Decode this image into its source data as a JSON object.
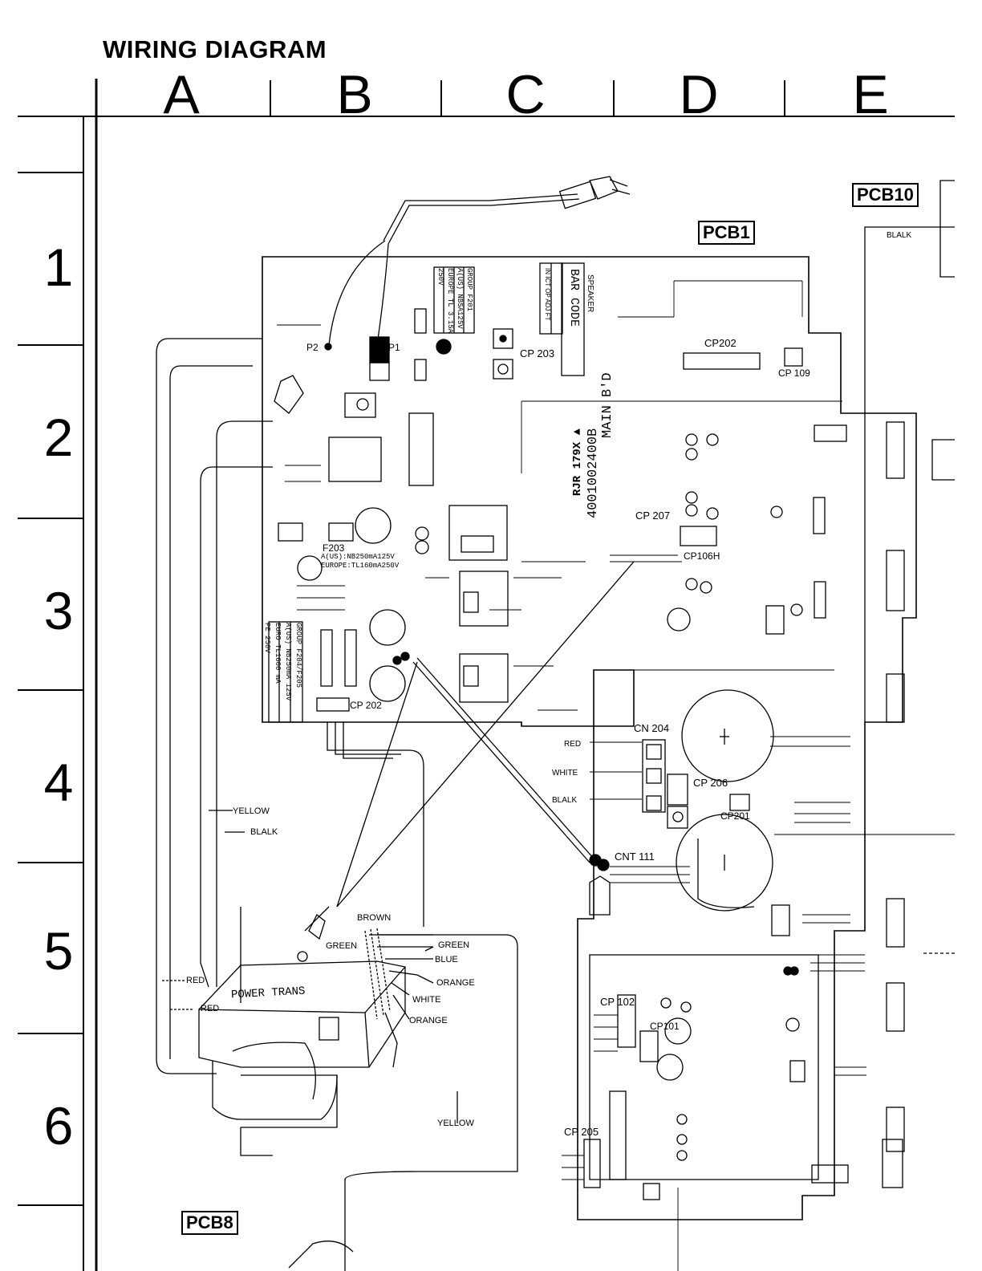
{
  "title": "WIRING DIAGRAM",
  "columns": [
    "A",
    "B",
    "C",
    "D",
    "E"
  ],
  "rows": [
    "1",
    "2",
    "3",
    "4",
    "5",
    "6"
  ],
  "boards": {
    "pcb1": "PCB1",
    "pcb10": "PCB10",
    "pcb8": "PCB8",
    "main_bd": "MAIN B'D",
    "main_bd_number": "4001002400B",
    "main_bd_code": "RJR 179X ▲"
  },
  "connectors": {
    "cp203": "CP 203",
    "cp202": "CP202",
    "cp109": "CP 109",
    "cp207": "CP 207",
    "cp106h": "CP106H",
    "cn204": "CN 204",
    "cp206": "CP 206",
    "cp201": "CP201",
    "cnt111": "CNT 111",
    "cp102": "CP 102",
    "cp205": "CP 205",
    "cp202_low": "CP 202",
    "cp101": "CP101"
  },
  "labels": {
    "p1": "P1",
    "p2": "P2",
    "speaker": "SPEAKER",
    "bar_code": "BAR CODE",
    "adjust_table": [
      "IN",
      "ICT",
      "OP",
      "ADJ",
      "FT"
    ],
    "f201_table": [
      "GROUP",
      "F201",
      "A(US)",
      "NB5A125V",
      "EUROPE",
      "TL 3.15A",
      "",
      "250V"
    ],
    "f203_label": "F203",
    "f203_us": "A(US):NB250mA125V",
    "f203_eu": "EUROPE:TL160mA250V",
    "f204_table": [
      "GROUP",
      "F204/F205",
      "A(US)",
      "NB250mA 125V",
      "EURO",
      "TL1600 mA",
      "PE",
      "250V"
    ],
    "power_trans": "POWER TRANS",
    "blalk_top": "BLALK"
  },
  "wires": {
    "red": "RED",
    "white": "WHITE",
    "black": "BLALK",
    "yellow_left": "YELLOW",
    "black_left": "BLALK",
    "brown": "BROWN",
    "green1": "GREEN",
    "green2": "GREEN",
    "blue": "BLUE",
    "orange1": "ORANGE",
    "white2": "WHITE",
    "orange2": "ORANGE",
    "red_left1": "RED",
    "red_left2": "RED",
    "yellow_bottom": "YELLOW"
  },
  "colors": {
    "ink": "#000000",
    "paper": "#ffffff"
  }
}
